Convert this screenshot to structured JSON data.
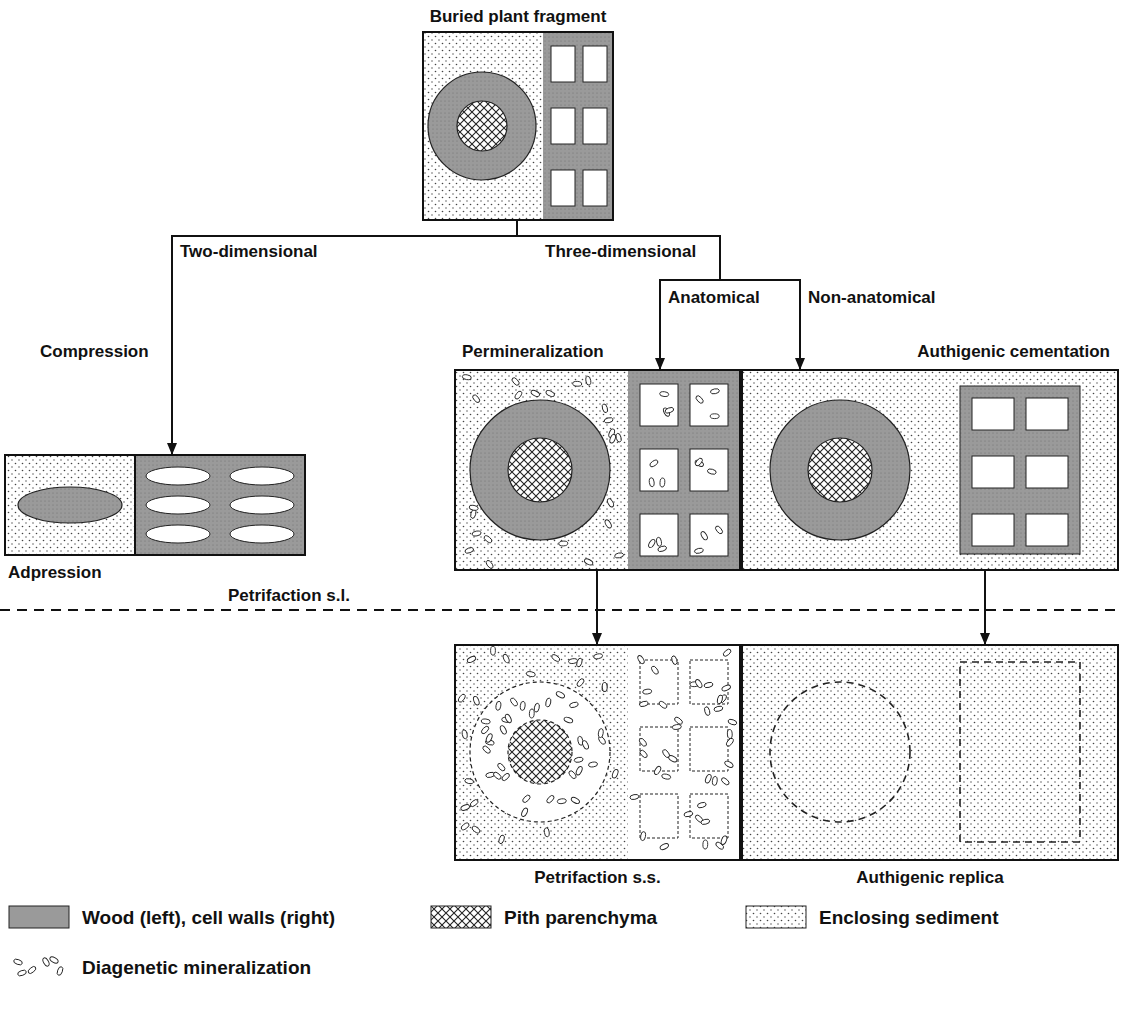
{
  "diagram": {
    "nodes": [
      {
        "text": [
          "Buried plant fragment"
        ]
      },
      {
        "text": [
          "Compression",
          "Adpression"
        ]
      },
      {
        "text": [
          "Permineralization"
        ]
      },
      {
        "text": [
          "Authigenic cementation"
        ]
      },
      {
        "text": [
          "Petrifaction s.s."
        ]
      },
      {
        "text": [
          "Authigenic replica"
        ]
      }
    ],
    "edges": [
      {
        "from": 0,
        "to": 1,
        "label": "Two-dimensional",
        "arrow": "to"
      },
      {
        "from": 0,
        "to": 2,
        "label": "Anatomical",
        "arrow": "to"
      },
      {
        "from": 0,
        "to": 3,
        "label": "Non-anatomical",
        "arrow": "to"
      },
      {
        "from": 2,
        "to": 4,
        "arrow": "to"
      },
      {
        "from": 3,
        "to": 5,
        "arrow": "to"
      }
    ],
    "labels": [
      "Three-dimensional",
      "Petrifaction s.l."
    ],
    "legend": [
      {
        "text": "Wood (left), cell walls (right)",
        "color": "#9a9a9a"
      },
      {
        "text": "Pith parenchyma"
      },
      {
        "text": "Enclosing sediment"
      },
      {
        "text": "Diagenetic mineralization"
      }
    ]
  }
}
